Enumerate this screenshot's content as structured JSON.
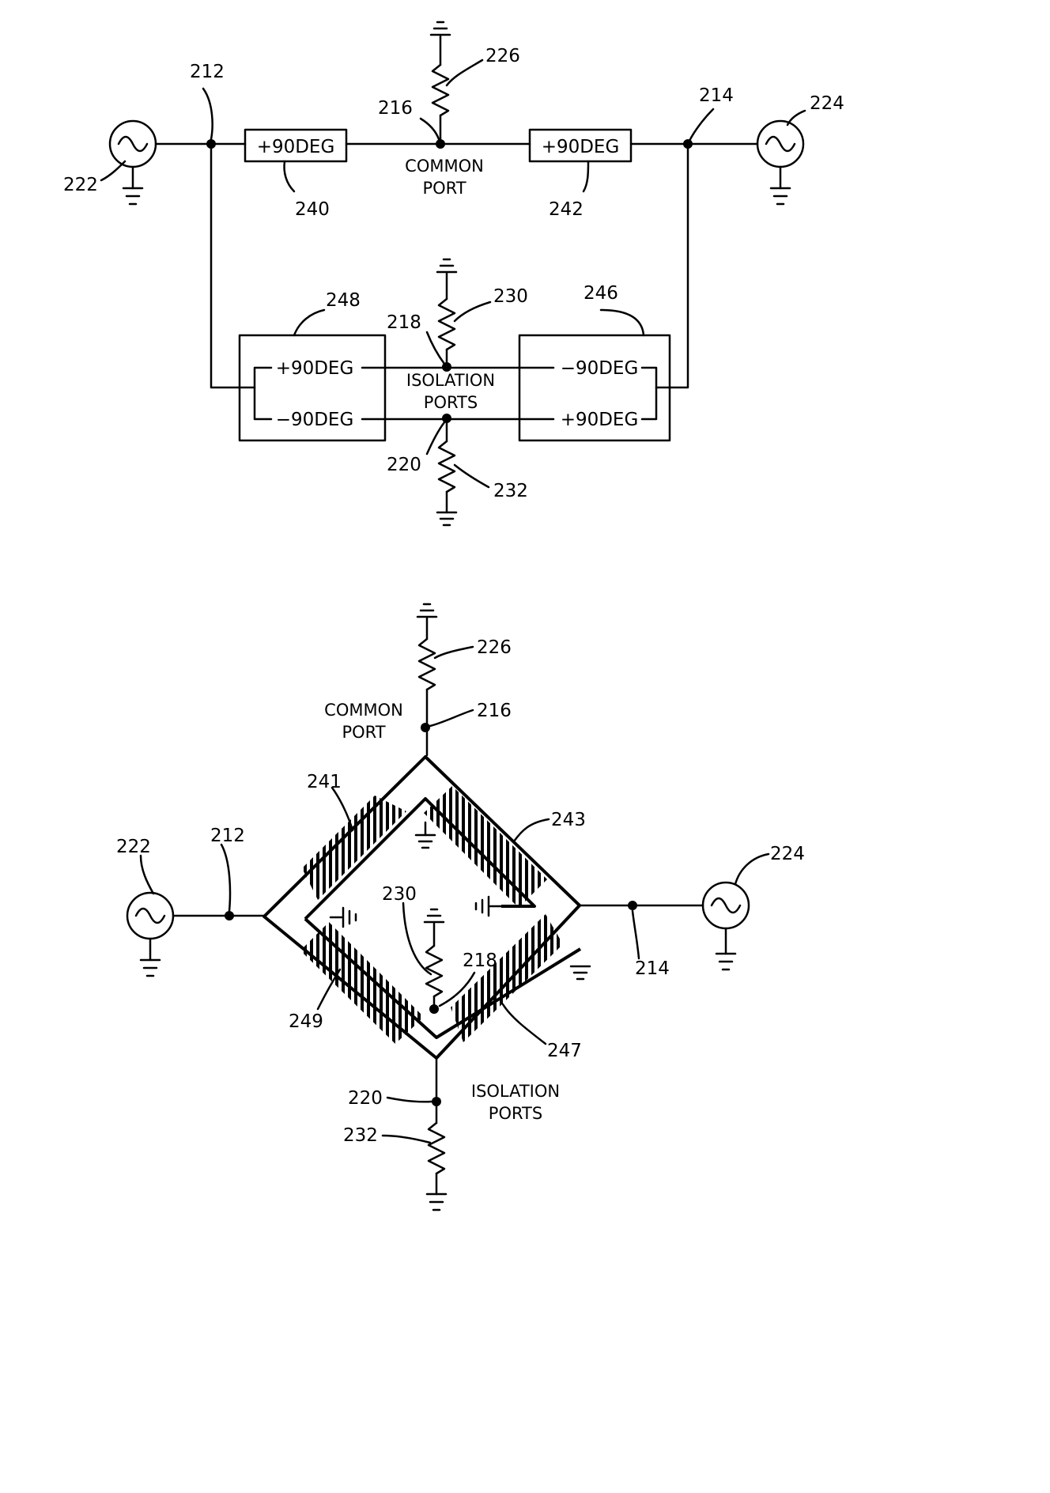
{
  "figure_top": {
    "node_labels": {
      "n212": "212",
      "n214": "214",
      "n216": "216",
      "n218": "218",
      "n220": "220",
      "n222": "222",
      "n224": "224",
      "n226": "226",
      "n230": "230",
      "n232": "232",
      "n240": "240",
      "n242": "242",
      "n246": "246",
      "n248": "248"
    },
    "common_port": {
      "line1": "COMMON",
      "line2": "PORT"
    },
    "isolation_ports": {
      "line1": "ISOLATION",
      "line2": "PORTS"
    },
    "blocks": {
      "b240": "+90DEG",
      "b242": "+90DEG",
      "b248_top": "+90DEG",
      "b248_bottom": "−90DEG",
      "b246_top": "−90DEG",
      "b246_bottom": "+90DEG"
    }
  },
  "figure_bottom": {
    "node_labels": {
      "n212": "212",
      "n214": "214",
      "n216": "216",
      "n218": "218",
      "n220": "220",
      "n222": "222",
      "n224": "224",
      "n226": "226",
      "n230": "230",
      "n232": "232",
      "n241": "241",
      "n243": "243",
      "n247": "247",
      "n249": "249"
    },
    "common_port": {
      "line1": "COMMON",
      "line2": "PORT"
    },
    "isolation_ports": {
      "line1": "ISOLATION",
      "line2": "PORTS"
    }
  },
  "icons": [
    "ac-source-icon",
    "ground-icon",
    "resistor-icon",
    "junction-dot-icon",
    "hatched-transmission-line-icon"
  ]
}
